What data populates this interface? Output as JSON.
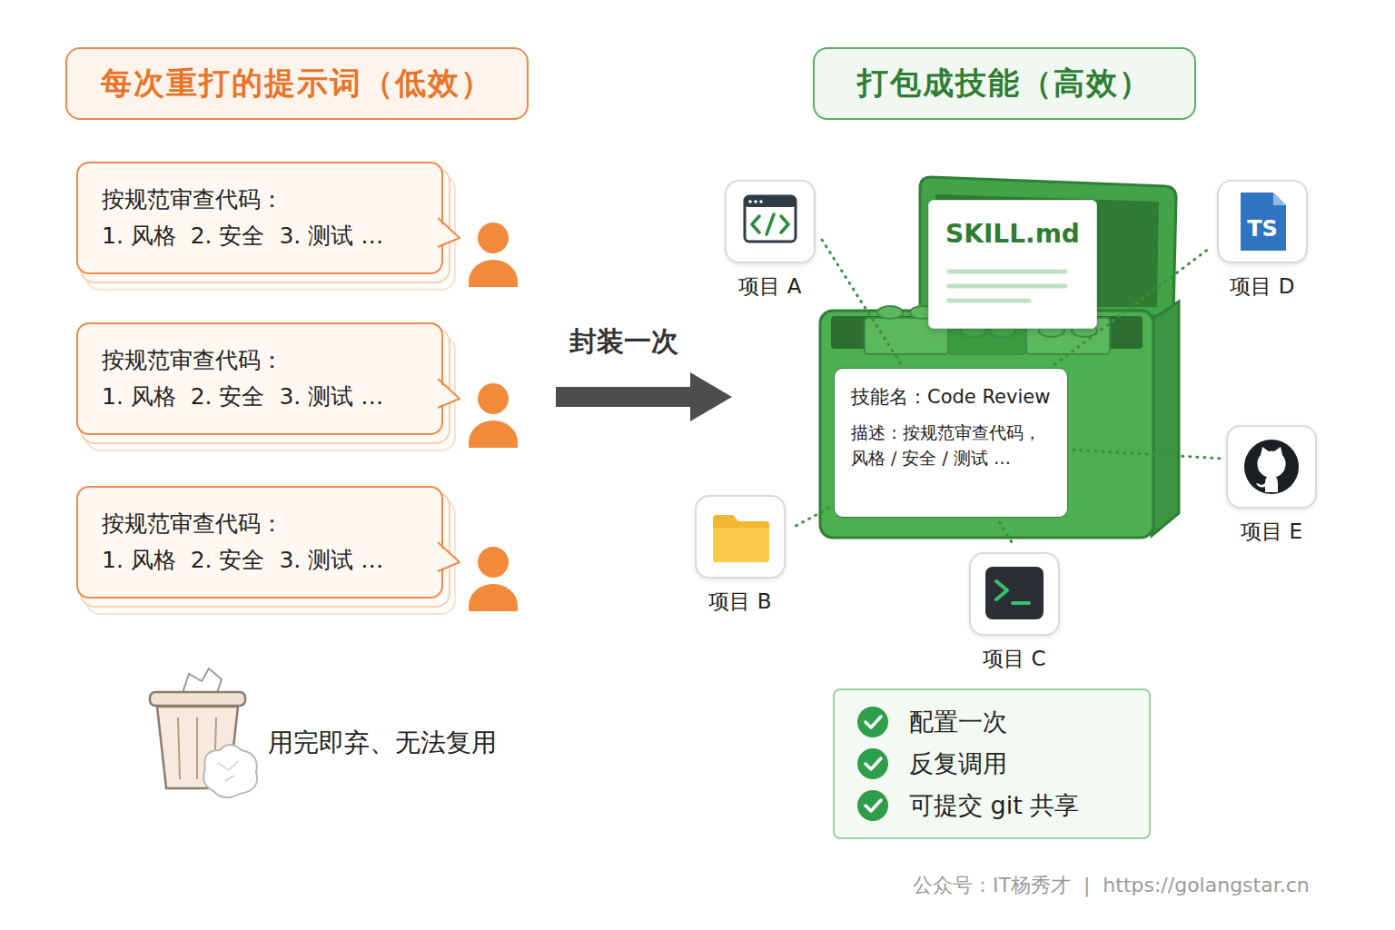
{
  "diagram": {
    "nodes": [
      {
        "text": [
          "每次重打的提示词（低效）"
        ]
      },
      {
        "text": [
          "打包成技能（高效）"
        ]
      },
      {
        "text": [
          "按规范审查代码：",
          "1. 风格  2. 安全  3. 测试 …"
        ]
      },
      {
        "text": [
          "按规范审查代码：",
          "1. 风格  2. 安全  3. 测试 …"
        ]
      },
      {
        "text": [
          "按规范审查代码：",
          "1. 风格  2. 安全  3. 测试 …"
        ]
      },
      {
        "text": [
          "SKILL.md"
        ]
      },
      {
        "text": [
          "技能名：Code Review",
          "描述：按规范审查代码，风格 / 安全 / 测试 …"
        ]
      },
      {
        "text": [
          "项目 A"
        ]
      },
      {
        "text": [
          "TS",
          "项目 D"
        ]
      },
      {
        "text": [
          "项目 E"
        ]
      },
      {
        "text": [
          "项目 B"
        ]
      },
      {
        "text": [
          "项目 C"
        ]
      },
      {
        "text": [
          "配置一次",
          "反复调用",
          "可提交 git 共享"
        ]
      }
    ],
    "edges": [
      {
        "from": 6,
        "to": 7,
        "arrow": "none"
      },
      {
        "from": 6,
        "to": 8,
        "arrow": "none"
      },
      {
        "from": 6,
        "to": 9,
        "arrow": "none"
      },
      {
        "from": 6,
        "to": 10,
        "arrow": "none"
      },
      {
        "from": 6,
        "to": 11,
        "arrow": "none"
      }
    ],
    "labels": [
      "封装一次",
      "用完即弃、无法复用",
      "公众号：IT杨秀才  |  https://golangstar.cn"
    ]
  }
}
